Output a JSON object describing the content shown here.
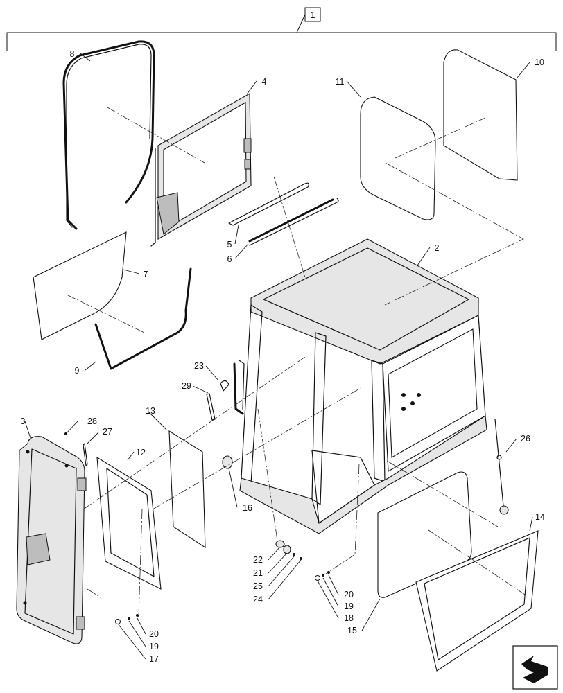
{
  "assembly": {
    "label": "1"
  },
  "callouts": [
    {
      "id": "2"
    },
    {
      "id": "3"
    },
    {
      "id": "4"
    },
    {
      "id": "5"
    },
    {
      "id": "6"
    },
    {
      "id": "7"
    },
    {
      "id": "8"
    },
    {
      "id": "9"
    },
    {
      "id": "10"
    },
    {
      "id": "11"
    },
    {
      "id": "12"
    },
    {
      "id": "13"
    },
    {
      "id": "14"
    },
    {
      "id": "15"
    },
    {
      "id": "16"
    },
    {
      "id": "17"
    },
    {
      "id": "18"
    },
    {
      "id": "19a"
    },
    {
      "id": "19b"
    },
    {
      "id": "20a"
    },
    {
      "id": "20b"
    },
    {
      "id": "21"
    },
    {
      "id": "22"
    },
    {
      "id": "23"
    },
    {
      "id": "24"
    },
    {
      "id": "25"
    },
    {
      "id": "26"
    },
    {
      "id": "27"
    },
    {
      "id": "28"
    },
    {
      "id": "29"
    }
  ],
  "labels": {
    "2": "2",
    "3": "3",
    "4": "4",
    "5": "5",
    "6": "6",
    "7": "7",
    "8": "8",
    "9": "9",
    "10": "10",
    "11": "11",
    "12": "12",
    "13": "13",
    "14": "14",
    "15": "15",
    "16": "16",
    "17": "17",
    "18": "18",
    "19a": "19",
    "19b": "19",
    "20a": "20",
    "20b": "20",
    "21": "21",
    "22": "22",
    "23": "23",
    "24": "24",
    "25": "25",
    "26": "26",
    "27": "27",
    "28": "28",
    "29": "29"
  },
  "nav_icon": "arrow-navigation-icon"
}
